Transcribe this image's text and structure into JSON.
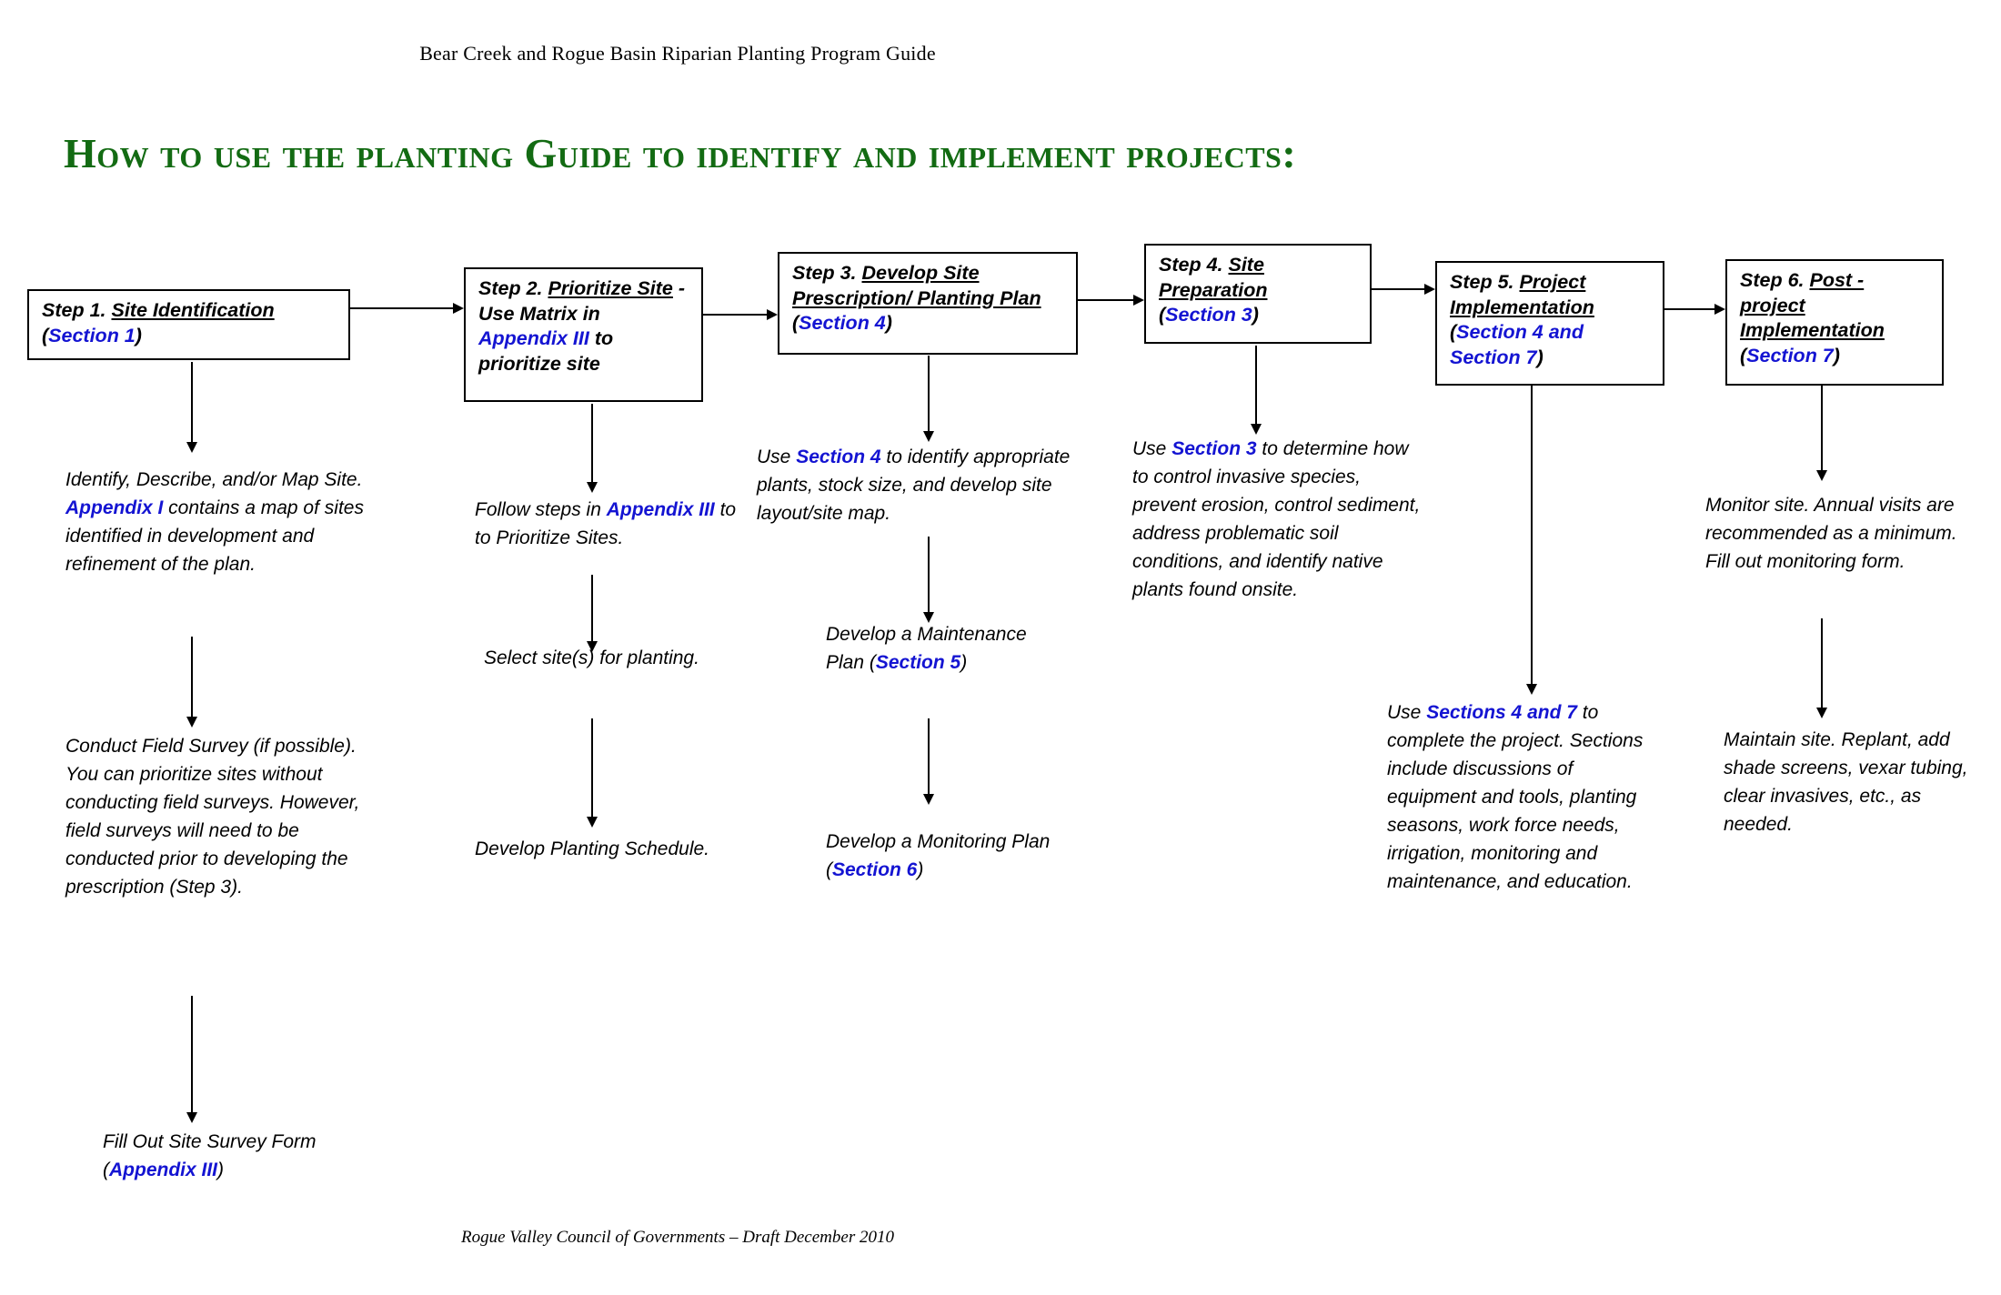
{
  "document": {
    "header": "Bear Creek and Rogue Basin Riparian Planting Program Guide",
    "footer": "Rogue Valley Council of Governments – Draft December 2010",
    "title": "How to use the planting Guide to identify and implement projects:",
    "title_color": "#136b13",
    "section_ref_color": "#1414d2"
  },
  "steps": [
    {
      "id": "step-1",
      "label": "Step 1.",
      "heading": "Site Identification",
      "section_open": "(",
      "section": "Section 1",
      "section_close": ")"
    },
    {
      "id": "step-2",
      "label": "Step 2.",
      "heading": "Prioritize Site",
      "tail_a": " - Use Matrix in ",
      "section": "Appendix III",
      "tail_b": " to prioritize site"
    },
    {
      "id": "step-3",
      "label": "Step 3.",
      "heading": "Develop Site Prescription/ Planting Plan",
      "section_open": " (",
      "section": "Section 4",
      "section_close": ")"
    },
    {
      "id": "step-4",
      "label": "Step 4.",
      "heading": "Site Preparation",
      "section_open": "(",
      "section": "Section 3",
      "section_close": ")"
    },
    {
      "id": "step-5",
      "label": "Step 5.",
      "heading": "Project Implementation",
      "section_open": "(",
      "section": "Section 4 and Section 7",
      "section_close": ")"
    },
    {
      "id": "step-6",
      "label": "Step 6.",
      "heading": "Post - project Implementation",
      "section_open": "(",
      "section": "Section 7",
      "section_close": ")"
    }
  ],
  "notes": {
    "c1_identify": {
      "pre": "Identify, Describe, and/or Map Site. ",
      "ref": "Appendix I",
      "post": " contains a map of sites identified in development and refinement of the plan."
    },
    "c1_survey": {
      "text": "Conduct Field Survey (if possible).  You can prioritize sites without conducting field surveys. However, field surveys will need to be conducted prior to developing the prescription (Step 3)."
    },
    "c1_form": {
      "pre": "Fill Out Site Survey Form (",
      "ref": "Appendix III",
      "post": ")"
    },
    "c2_follow": {
      "pre": "Follow steps in ",
      "ref": "Appendix III",
      "post": " to to Prioritize Sites."
    },
    "c2_select": {
      "text": "Select site(s) for planting."
    },
    "c2_schedule": {
      "text": "Develop Planting Schedule."
    },
    "c3_use": {
      "pre": "Use ",
      "ref": "Section 4",
      "post": " to identify appropriate plants, stock size, and develop site layout/site map."
    },
    "c3_maintenance": {
      "pre": "Develop a Maintenance Plan (",
      "ref": "Section 5",
      "post": ")"
    },
    "c3_monitoring": {
      "pre": "Develop a Monitoring Plan (",
      "ref": "Section 6",
      "post": ")"
    },
    "c4_use": {
      "pre": "Use ",
      "ref": "Section 3",
      "post": " to determine how to control invasive species, prevent erosion, control sediment, address problematic soil conditions, and identify native plants  found onsite."
    },
    "c5_use": {
      "pre": "Use ",
      "ref": "Sections 4 and 7",
      "post": " to complete the project. Sections include discussions of equipment and tools, planting seasons, work force needs, irrigation, monitoring and maintenance, and education."
    },
    "c6_monitor": {
      "text": "Monitor site.  Annual visits are recommended as a minimum.  Fill out monitoring form."
    },
    "c6_maintain": {
      "text": "Maintain site. Replant, add shade screens, vexar tubing, clear invasives, etc., as needed."
    }
  }
}
